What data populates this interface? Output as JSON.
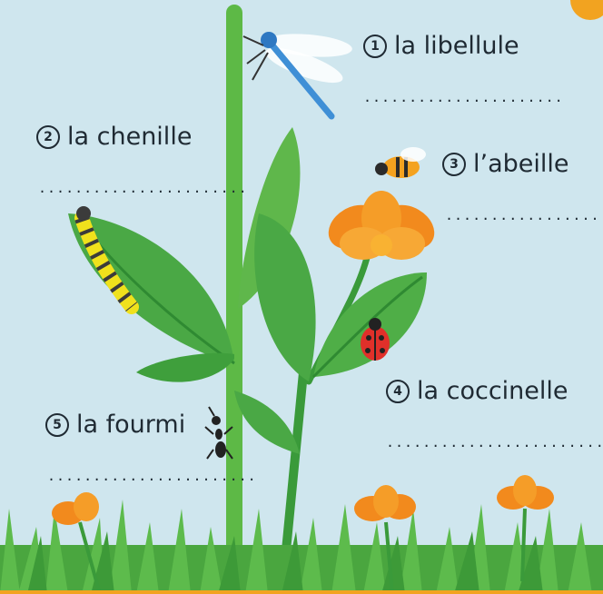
{
  "labels": [
    {
      "number": "1",
      "text": "la libellule",
      "answer": "......................"
    },
    {
      "number": "2",
      "text": "la chenille",
      "answer": "......................."
    },
    {
      "number": "3",
      "text": "l’abeille",
      "answer": ".................."
    },
    {
      "number": "4",
      "text": "la coccinelle",
      "answer": "........................"
    },
    {
      "number": "5",
      "text": "la fourmi",
      "answer": "......................."
    }
  ],
  "colors": {
    "sky": "#cfe6ee",
    "border": "#f2a320",
    "stem": "#5db946",
    "leaf": "#3f9f3c",
    "leaf_light": "#74c256",
    "flower": "#f28a1d",
    "flower_light": "#f9b232",
    "grass": "#4aa63f"
  },
  "icons": [
    "dragonfly-icon",
    "caterpillar-icon",
    "bee-icon",
    "ladybug-icon",
    "ant-icon"
  ]
}
